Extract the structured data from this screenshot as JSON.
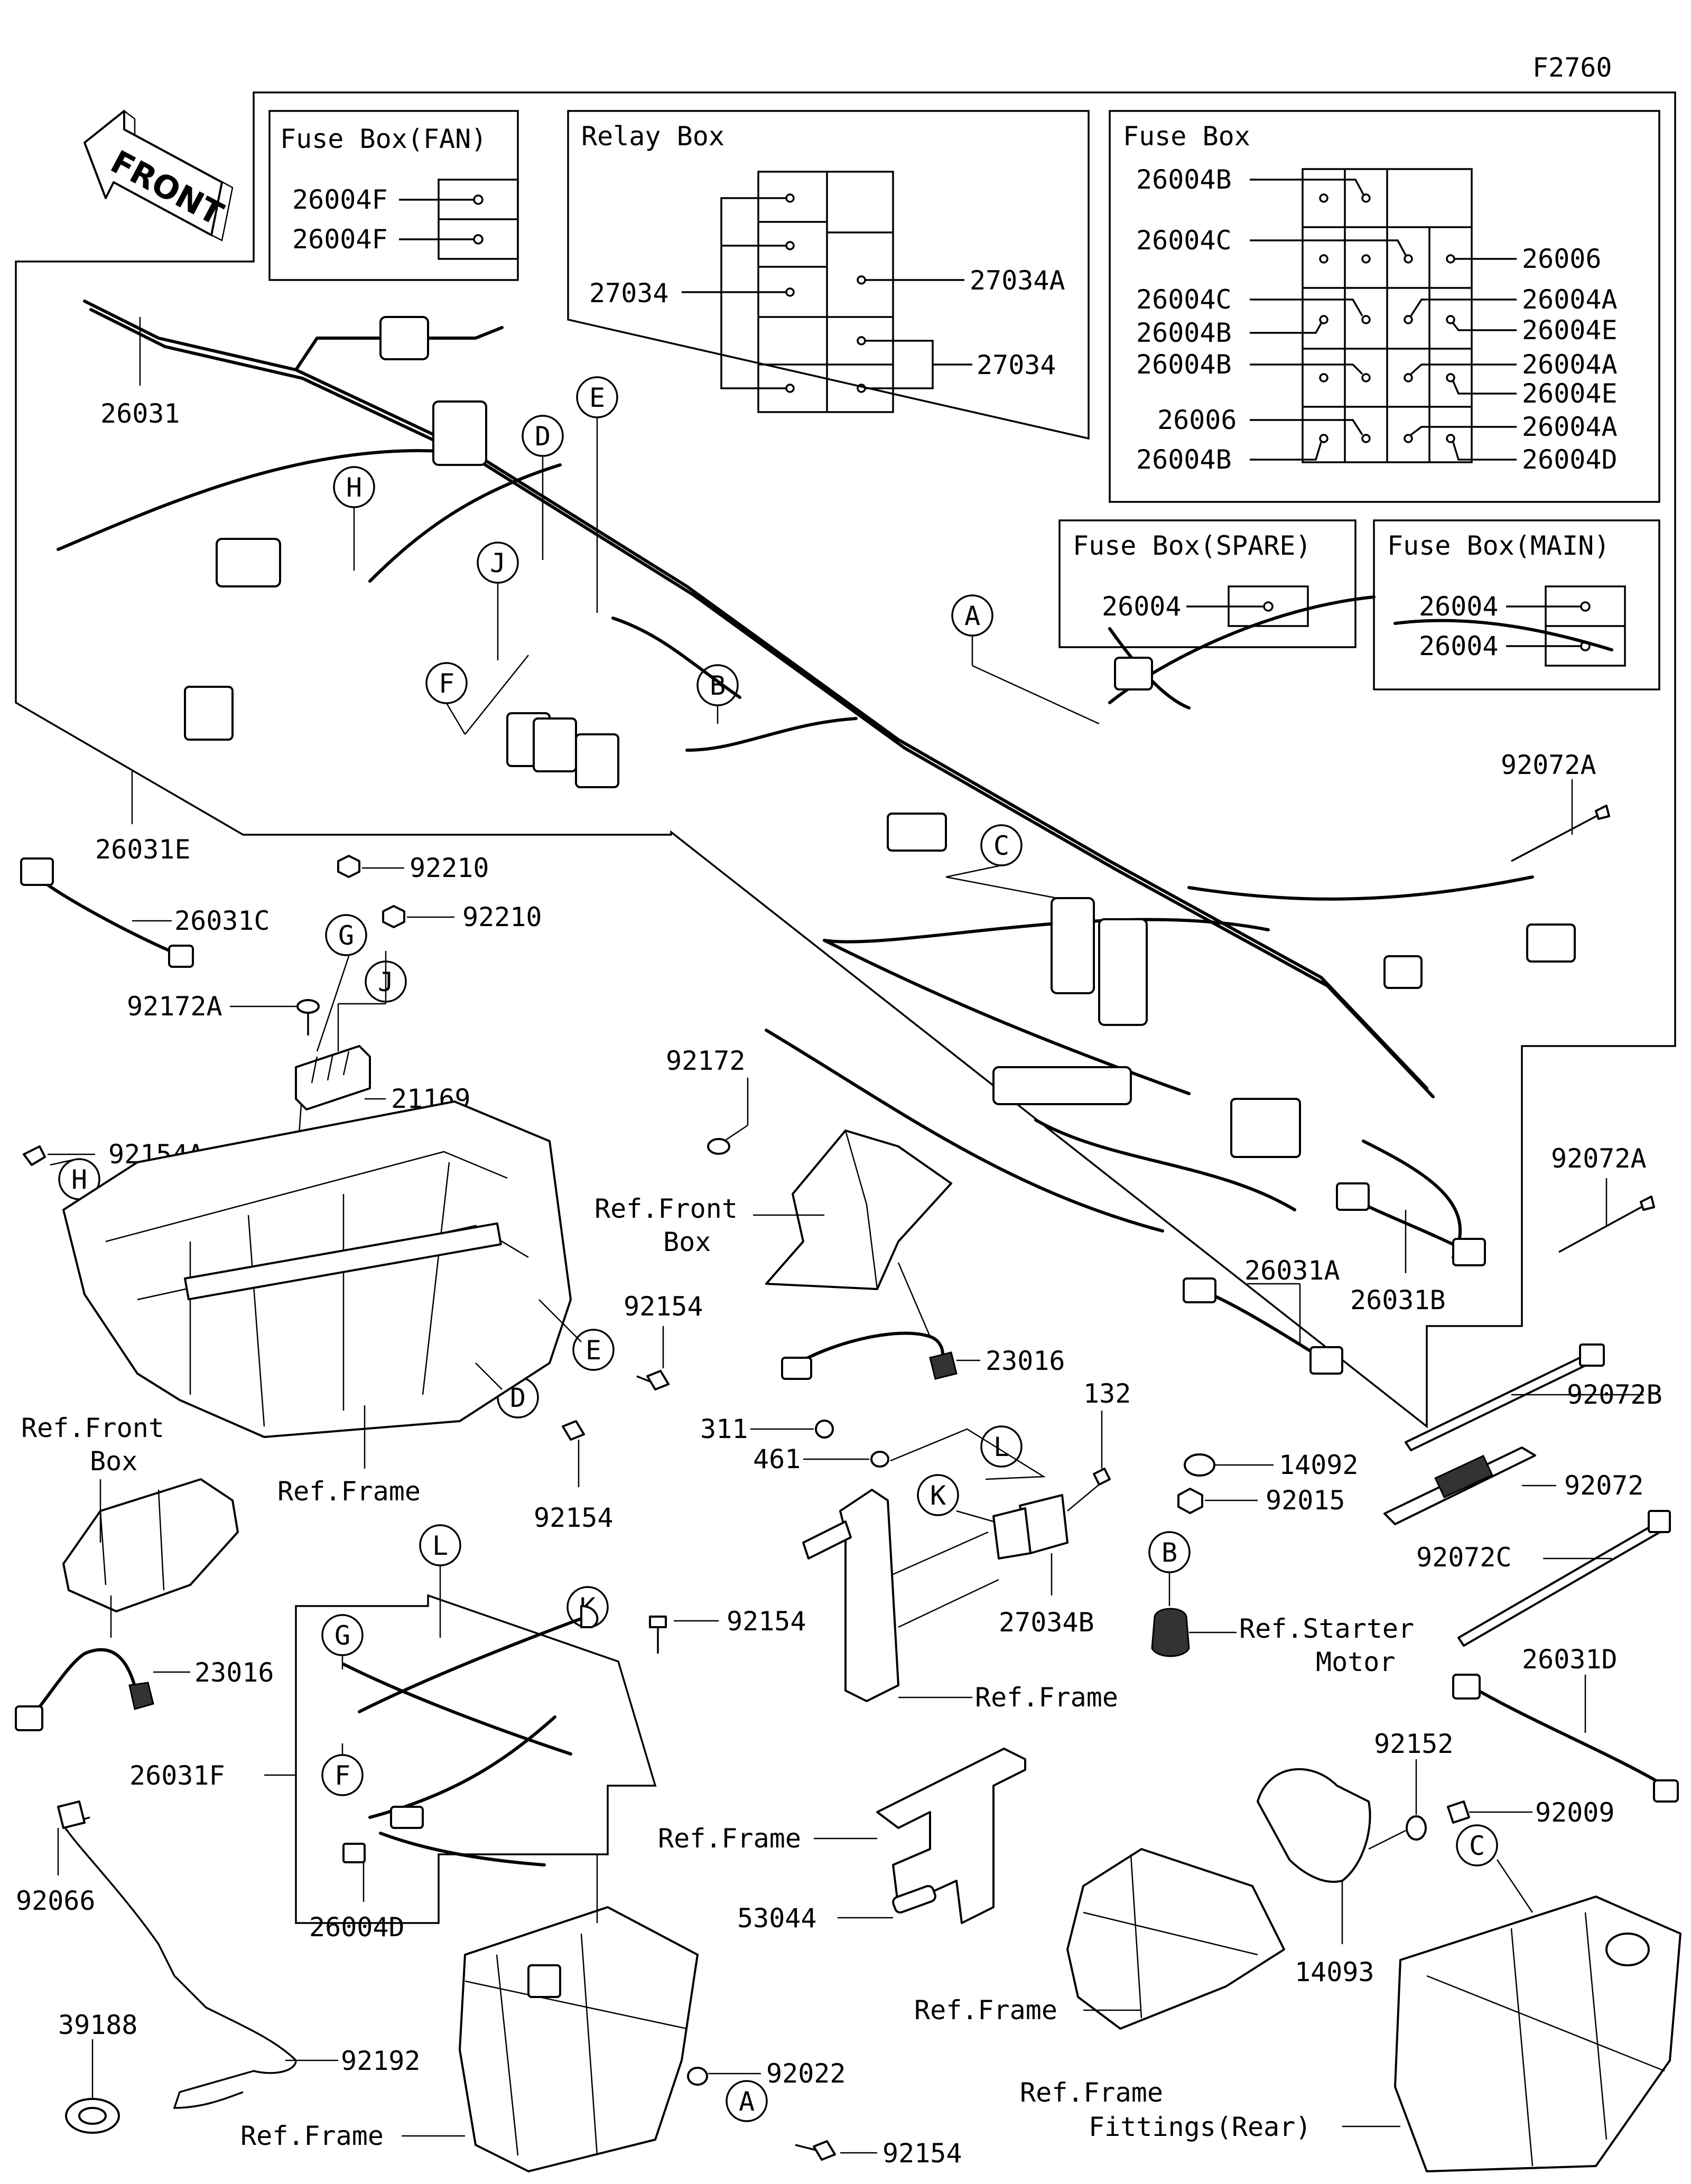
{
  "figure_code": "F2760",
  "front_label": "FRONT",
  "fuse_box_fan": {
    "title": "Fuse Box(FAN)",
    "labels": [
      "26004F",
      "26004F"
    ]
  },
  "relay_box": {
    "title": "Relay Box",
    "label_left": "27034",
    "label_right_top": "27034A",
    "label_right_bottom": "27034"
  },
  "fuse_box": {
    "title": "Fuse Box",
    "left_labels": [
      "26004B",
      "26004C",
      "26004C",
      "26004B",
      "26004B",
      "26006",
      "26004B"
    ],
    "right_labels": [
      "26006",
      "26004A",
      "26004E",
      "26004A",
      "26004E",
      "26004A",
      "26004D"
    ]
  },
  "fuse_box_spare": {
    "title": "Fuse Box(SPARE)",
    "label": "26004"
  },
  "fuse_box_main": {
    "title": "Fuse Box(MAIN)",
    "labels": [
      "26004",
      "26004"
    ]
  },
  "callout_letters": [
    "A",
    "B",
    "C",
    "D",
    "E",
    "F",
    "G",
    "H",
    "J",
    "K",
    "L"
  ],
  "part_labels": {
    "p26031": "26031",
    "p26031E": "26031E",
    "p26031C": "26031C",
    "p92210a": "92210",
    "p92210b": "92210",
    "p92172A": "92172A",
    "p92154A": "92154A",
    "p21169": "21169",
    "p92172": "92172",
    "p92072A_1": "92072A",
    "p92072A_2": "92072A",
    "p26031A": "26031A",
    "p26031B": "26031B",
    "p92154_1": "92154",
    "p92154_2": "92154",
    "p92154_3": "92154",
    "p92154_4": "92154",
    "p23016_1": "23016",
    "p23016_2": "23016",
    "p311": "311",
    "p461": "461",
    "p132": "132",
    "p27034B": "27034B",
    "p14092": "14092",
    "p92015": "92015",
    "p92072B": "92072B",
    "p92072": "92072",
    "p92072C": "92072C",
    "p26031D": "26031D",
    "p26031F": "26031F",
    "p26004D": "26004D",
    "p92152": "92152",
    "p92009": "92009",
    "p53044": "53044",
    "p14093": "14093",
    "p92066": "92066",
    "p39188": "39188",
    "p92192": "92192",
    "p92022": "92022"
  },
  "ref_labels": {
    "front_box_1": [
      "Ref.Front",
      "Box"
    ],
    "front_box_2": [
      "Ref.Front",
      "Box"
    ],
    "frame": "Ref.Frame",
    "starter_motor": [
      "Ref.Starter",
      "Motor"
    ],
    "frame_fittings": [
      "Ref.Frame",
      "Fittings(Rear)"
    ]
  }
}
